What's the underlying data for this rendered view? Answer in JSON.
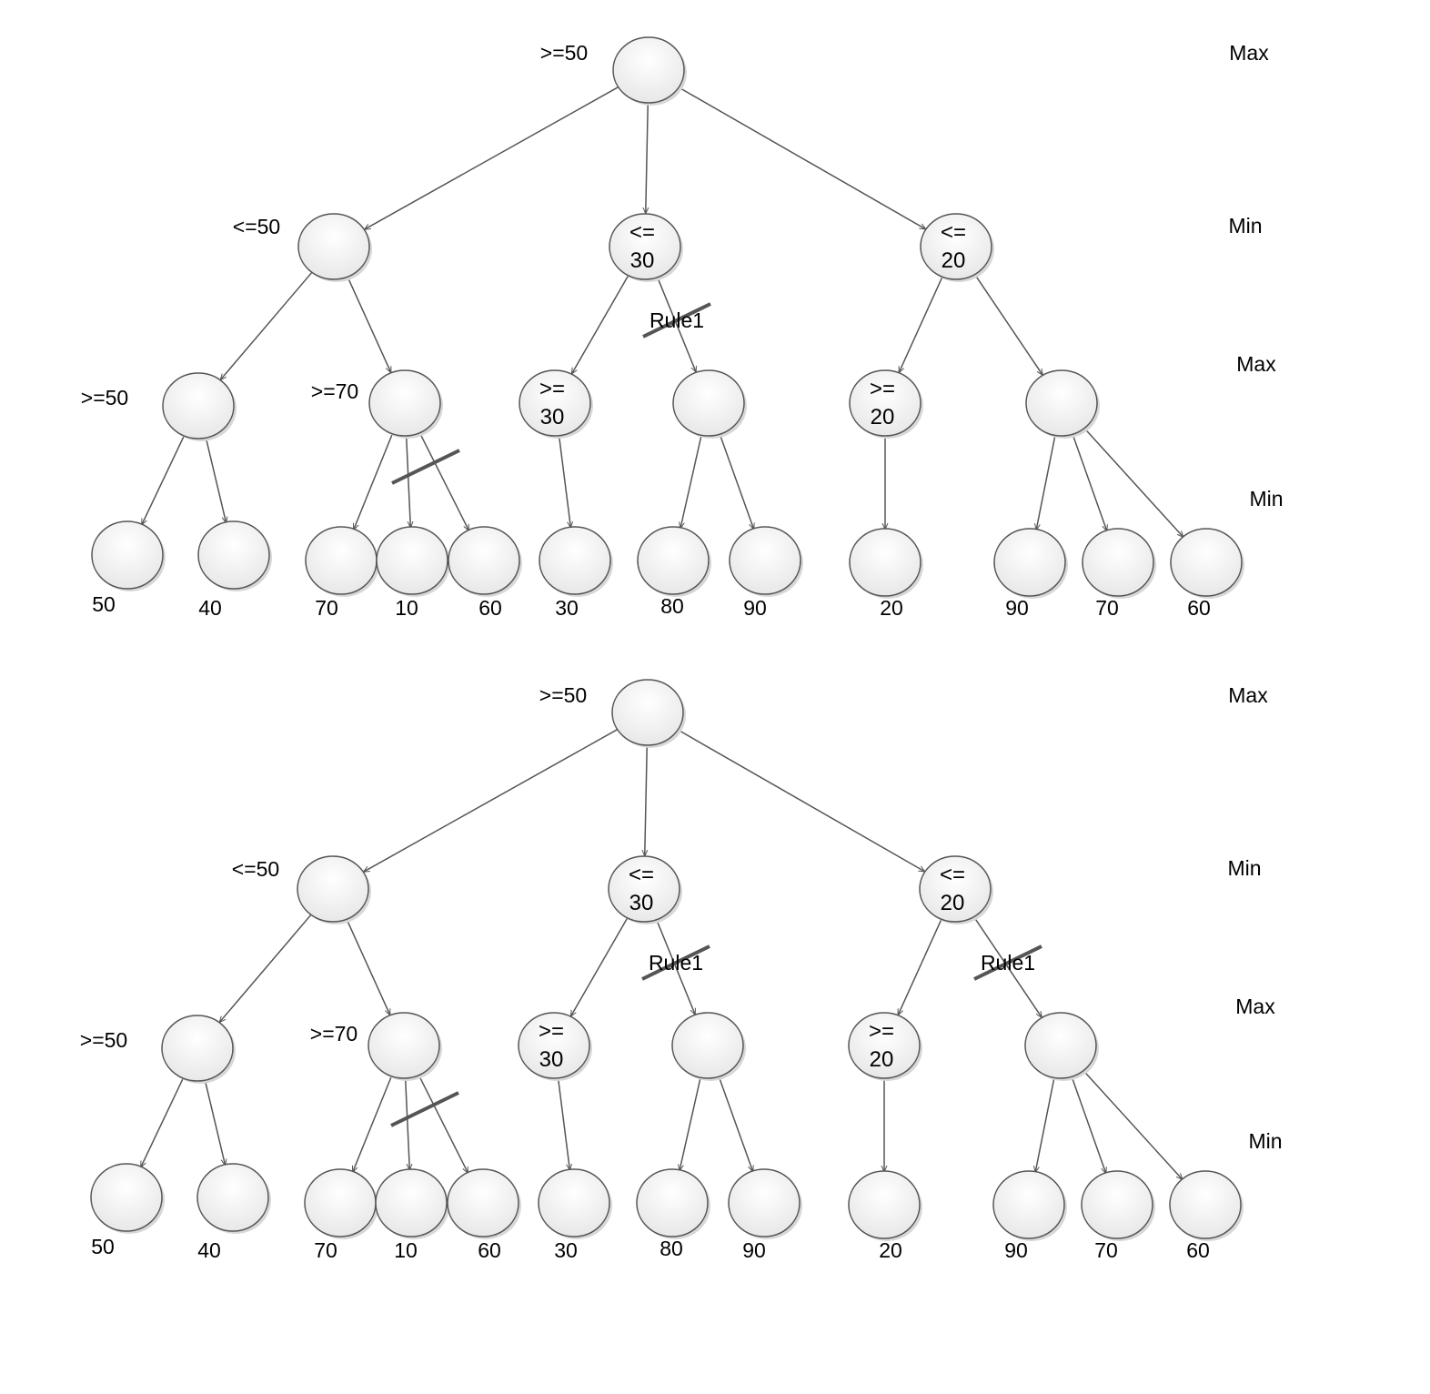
{
  "level_labels": [
    "Max",
    "Min",
    "Max",
    "Min"
  ],
  "trees": [
    {
      "nodes": [
        {
          "outer": ">=50"
        },
        {
          "outer": "<=50"
        },
        {
          "inner": [
            "<=",
            "30"
          ]
        },
        {
          "inner": [
            "<=",
            "20"
          ]
        },
        {
          "outer": ">=50"
        },
        {
          "outer": ">=70"
        },
        {
          "inner": [
            ">=",
            "30"
          ]
        },
        {},
        {
          "inner": [
            ">=",
            "20"
          ]
        },
        {},
        {
          "value": "50"
        },
        {
          "value": "40"
        },
        {
          "value": "70"
        },
        {
          "value": "10"
        },
        {
          "value": "60"
        },
        {
          "value": "30"
        },
        {
          "value": "80"
        },
        {
          "value": "90"
        },
        {
          "value": "20"
        },
        {
          "value": "90"
        },
        {
          "value": "70"
        },
        {
          "value": "60"
        }
      ],
      "pruned_edges": [
        {
          "child": 13,
          "label": ""
        },
        {
          "child": 7,
          "label": "Rule1"
        }
      ]
    },
    {
      "nodes": [
        {
          "outer": ">=50"
        },
        {
          "outer": "<=50"
        },
        {
          "inner": [
            "<=",
            "30"
          ]
        },
        {
          "inner": [
            "<=",
            "20"
          ]
        },
        {
          "outer": ">=50"
        },
        {
          "outer": ">=70"
        },
        {
          "inner": [
            ">=",
            "30"
          ]
        },
        {},
        {
          "inner": [
            ">=",
            "20"
          ]
        },
        {},
        {
          "value": "50"
        },
        {
          "value": "40"
        },
        {
          "value": "70"
        },
        {
          "value": "10"
        },
        {
          "value": "60"
        },
        {
          "value": "30"
        },
        {
          "value": "80"
        },
        {
          "value": "90"
        },
        {
          "value": "20"
        },
        {
          "value": "90"
        },
        {
          "value": "70"
        },
        {
          "value": "60"
        }
      ],
      "pruned_edges": [
        {
          "child": 13,
          "label": ""
        },
        {
          "child": 7,
          "label": "Rule1"
        },
        {
          "child": 9,
          "label": "Rule1"
        }
      ]
    }
  ]
}
